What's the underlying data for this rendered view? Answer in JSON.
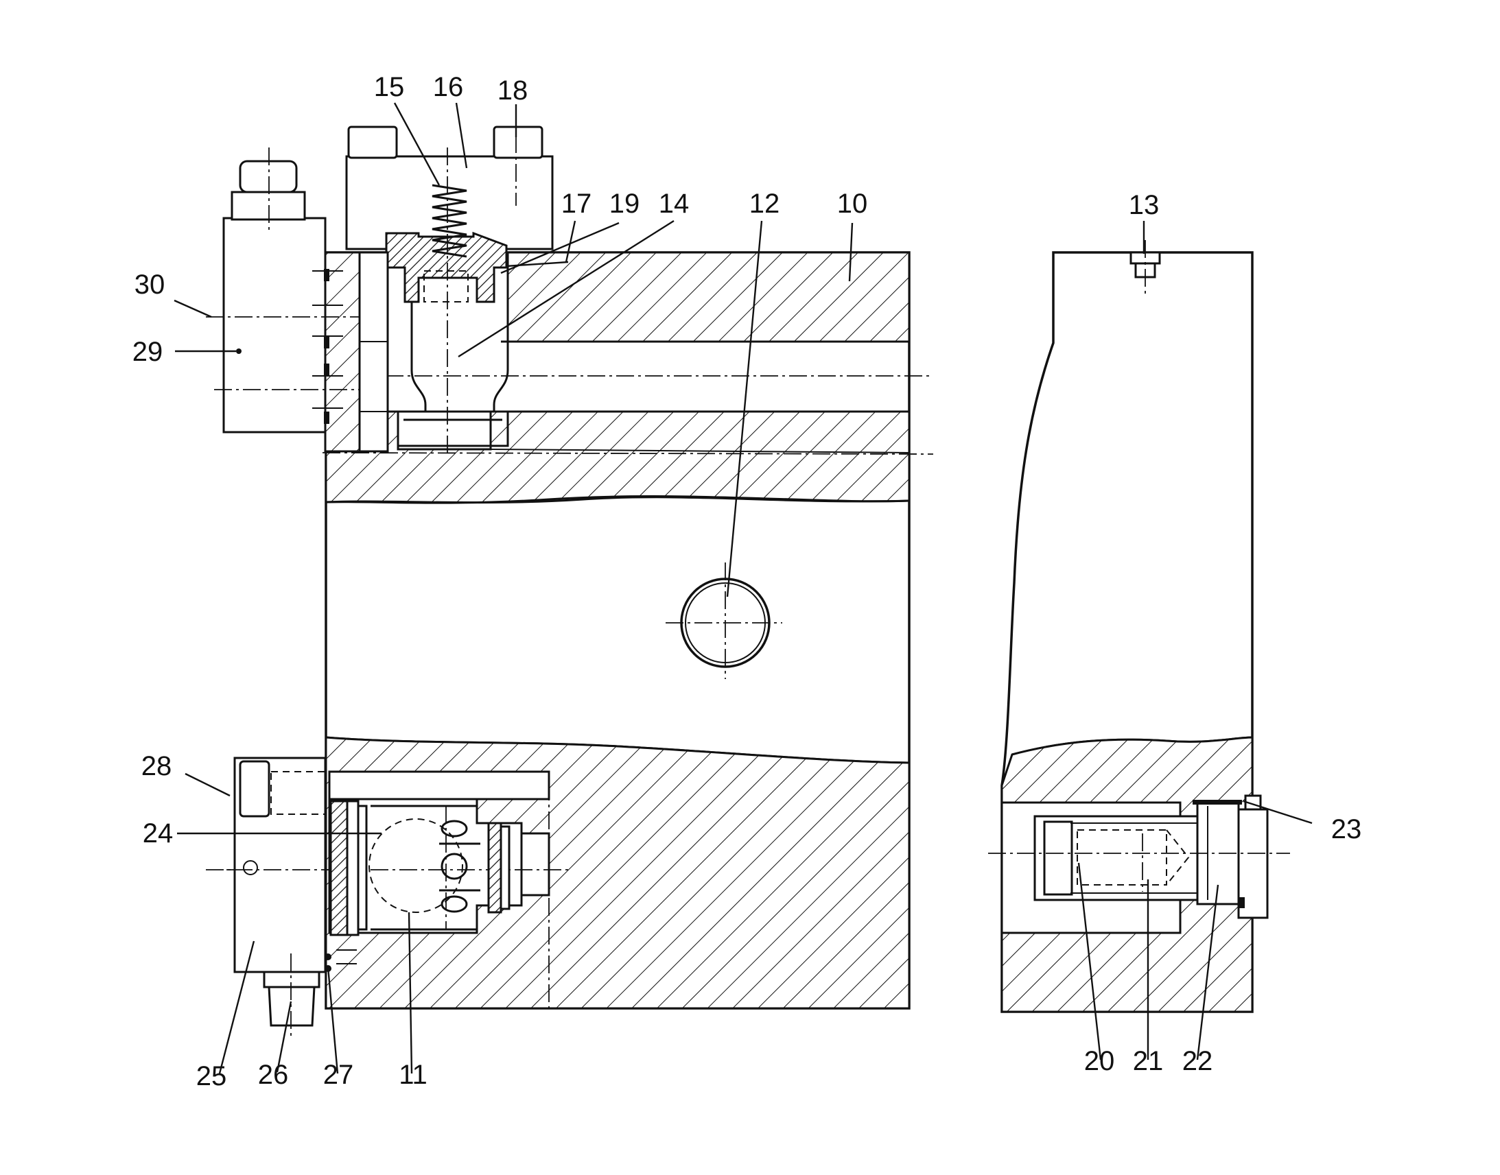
{
  "reference_labels": [
    {
      "id": "10",
      "text": "10"
    },
    {
      "id": "11",
      "text": "11"
    },
    {
      "id": "12",
      "text": "12"
    },
    {
      "id": "13",
      "text": "13"
    },
    {
      "id": "14",
      "text": "14"
    },
    {
      "id": "15",
      "text": "15"
    },
    {
      "id": "16",
      "text": "16"
    },
    {
      "id": "17",
      "text": "17"
    },
    {
      "id": "18",
      "text": "18"
    },
    {
      "id": "19",
      "text": "19"
    },
    {
      "id": "20",
      "text": "20"
    },
    {
      "id": "21",
      "text": "21"
    },
    {
      "id": "22",
      "text": "22"
    },
    {
      "id": "23",
      "text": "23"
    },
    {
      "id": "24",
      "text": "24"
    },
    {
      "id": "25",
      "text": "25"
    },
    {
      "id": "26",
      "text": "26"
    },
    {
      "id": "27",
      "text": "27"
    },
    {
      "id": "28",
      "text": "28"
    },
    {
      "id": "29",
      "text": "29"
    },
    {
      "id": "30",
      "text": "30"
    }
  ]
}
